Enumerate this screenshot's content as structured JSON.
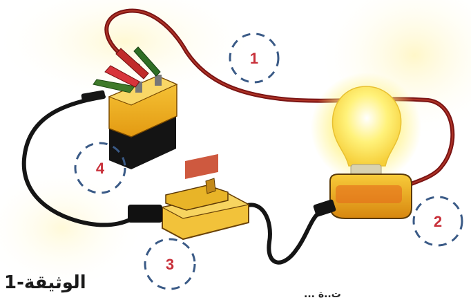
{
  "document_label": "الوثيقة-1",
  "caption": "ت..ة ...",
  "markers": [
    {
      "id": "1",
      "label": "1"
    },
    {
      "id": "2",
      "label": "2"
    },
    {
      "id": "3",
      "label": "3"
    },
    {
      "id": "4",
      "label": "4"
    }
  ],
  "colors": {
    "marker_ring": "#3a5a86",
    "marker_number": "#c8303a",
    "wire_red": "#8e1a1a",
    "wire_black": "#1a1a1a",
    "battery_top": "#f2b51c",
    "battery_body": "#141414",
    "lamp_glow": "#fff9a8",
    "base_yellow": "#f3b81e",
    "switch_red": "#c9472a"
  }
}
